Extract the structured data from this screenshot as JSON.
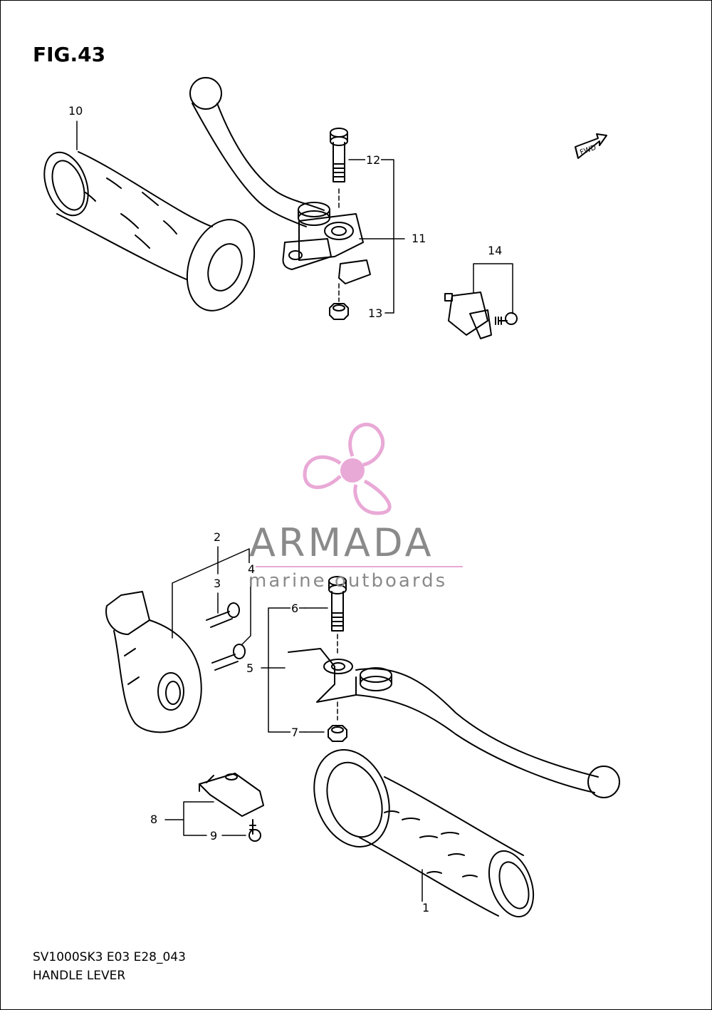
{
  "figure": {
    "title": "FIG.43",
    "model_code": "SV1000SK3 E03 E28_043",
    "caption": "HANDLE LEVER"
  },
  "fwd_label": "FWD",
  "callouts": [
    {
      "id": "c1",
      "text": "1"
    },
    {
      "id": "c2",
      "text": "2"
    },
    {
      "id": "c3",
      "text": "3"
    },
    {
      "id": "c4",
      "text": "4"
    },
    {
      "id": "c5",
      "text": "5"
    },
    {
      "id": "c6",
      "text": "6"
    },
    {
      "id": "c7",
      "text": "7"
    },
    {
      "id": "c8",
      "text": "8"
    },
    {
      "id": "c9",
      "text": "9"
    },
    {
      "id": "c10",
      "text": "10"
    },
    {
      "id": "c11",
      "text": "11"
    },
    {
      "id": "c12",
      "text": "12"
    },
    {
      "id": "c13",
      "text": "13"
    },
    {
      "id": "c14",
      "text": "14"
    }
  ],
  "watermark": {
    "brand": "ARMADA",
    "tagline": "marine outboards",
    "logo_color": "#e9a9d6",
    "text_color": "#8a8a8a"
  }
}
